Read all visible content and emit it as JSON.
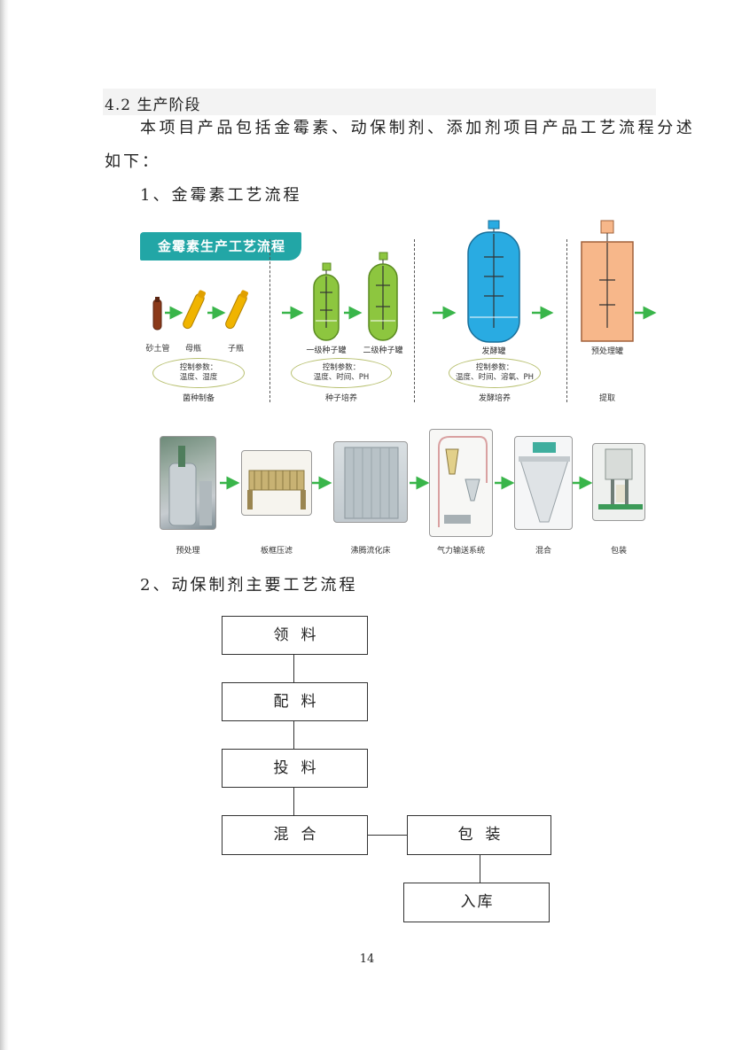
{
  "heading": "4.2 生产阶段",
  "intro_line1": "本项目产品包括金霉素、动保制剂、添加剂项目产品工艺流程分述",
  "intro_line2": "如下：",
  "section1_title": "1、金霉素工艺流程",
  "section2_title": "2、动保制剂主要工艺流程",
  "figure": {
    "title": "金霉素生产工艺流程",
    "row1_labels": {
      "sand_tube": "砂土管",
      "mother_flask": "母瓶",
      "daughter_flask": "子瓶",
      "seed_tank_1": "一级种子罐",
      "seed_tank_2": "二级种子罐",
      "fermenter": "发酵罐",
      "pretreat_tank": "预处理罐"
    },
    "control_params": {
      "strain": [
        "控制参数：",
        "温度、湿度"
      ],
      "seed": [
        "控制参数：",
        "温度、时间、PH"
      ],
      "ferment": [
        "控制参数：",
        "温度、时间、溶氧、PH"
      ]
    },
    "stages": {
      "strain_prep": "菌种制备",
      "seed_culture": "种子培养",
      "ferment_culture": "发酵培养",
      "extraction": "提取"
    },
    "row2_labels": {
      "pretreatment": "预处理",
      "plate_press": "板框压滤",
      "fluid_bed": "沸腾流化床",
      "pneumatic": "气力输送系统",
      "mixing": "混合",
      "packing": "包装"
    },
    "colors": {
      "title_bg": "#22a6a6",
      "arrow": "#39b54a",
      "seed_tank": "#8dc63f",
      "fermenter": "#29abe2",
      "pretreat_tank": "#f7b78a",
      "flask": "#f0b400"
    }
  },
  "flowchart": {
    "step1": "领料",
    "step2": "配料",
    "step3": "投料",
    "step4": "混合",
    "step5": "包装",
    "step6": "入库"
  },
  "page_number": "14"
}
